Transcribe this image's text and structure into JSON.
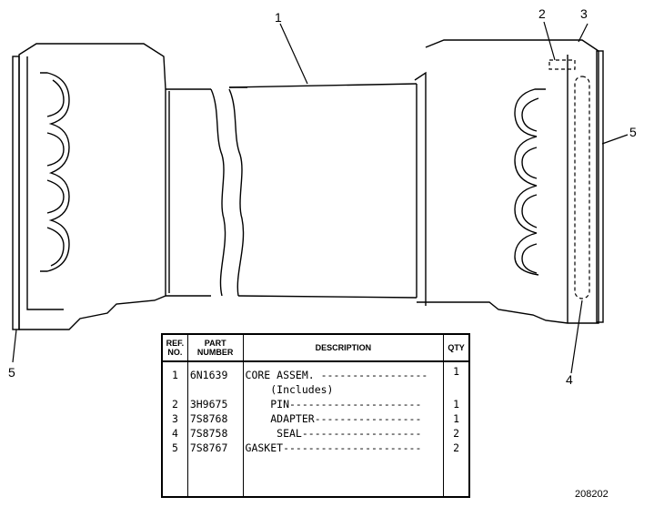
{
  "callouts": {
    "c1": "1",
    "c2": "2",
    "c3": "3",
    "c4": "4",
    "c5_right": "5",
    "c5_left": "5"
  },
  "table": {
    "headers": {
      "ref_line1": "REF.",
      "ref_line2": "NO.",
      "part_line1": "PART",
      "part_line2": "NUMBER",
      "description": "DESCRIPTION",
      "qty": "QTY"
    },
    "rows": [
      {
        "ref": "1",
        "part": "6N1639",
        "desc": "CORE ASSEM. -----------------",
        "qty": "1"
      },
      {
        "ref": "",
        "part": "",
        "desc": "    (Includes)",
        "qty": ""
      },
      {
        "ref": "2",
        "part": "3H9675",
        "desc": "    PIN---------------------",
        "qty": "1"
      },
      {
        "ref": "3",
        "part": "7S8768",
        "desc": "    ADAPTER-----------------",
        "qty": "1"
      },
      {
        "ref": "4",
        "part": "7S8758",
        "desc": "     SEAL-------------------",
        "qty": "2"
      },
      {
        "ref": "5",
        "part": "7S8767",
        "desc": "GASKET----------------------",
        "qty": "2"
      }
    ]
  },
  "figure_number": "208202"
}
